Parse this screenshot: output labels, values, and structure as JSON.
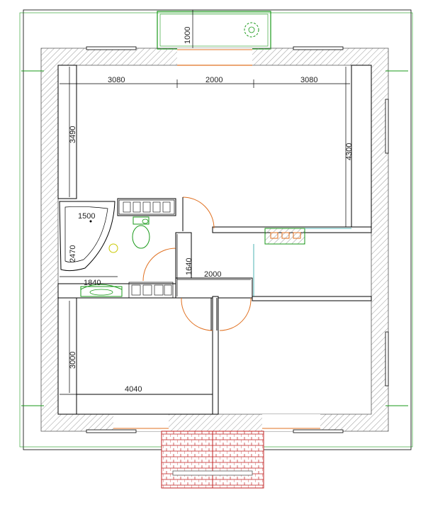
{
  "plan": {
    "dimensions": {
      "balcony_depth": "1000",
      "top_left_width": "3080",
      "top_center_width": "2000",
      "top_right_width": "3080",
      "left_room_depth": "3490",
      "right_room_depth": "4300",
      "bath_width": "1500",
      "bath_depth": "2470",
      "bath_lower_width": "1840",
      "hall_depth": "1640",
      "hall_width": "2000",
      "bottom_room_depth": "3000",
      "bottom_room_width": "4040"
    }
  },
  "colors": {
    "wall_hatch": "#9a9a9a",
    "door_swing": "#e07020",
    "fixture": "#1a9a1a",
    "stair": "#c02020",
    "accent_cyan": "#20a0a0"
  }
}
